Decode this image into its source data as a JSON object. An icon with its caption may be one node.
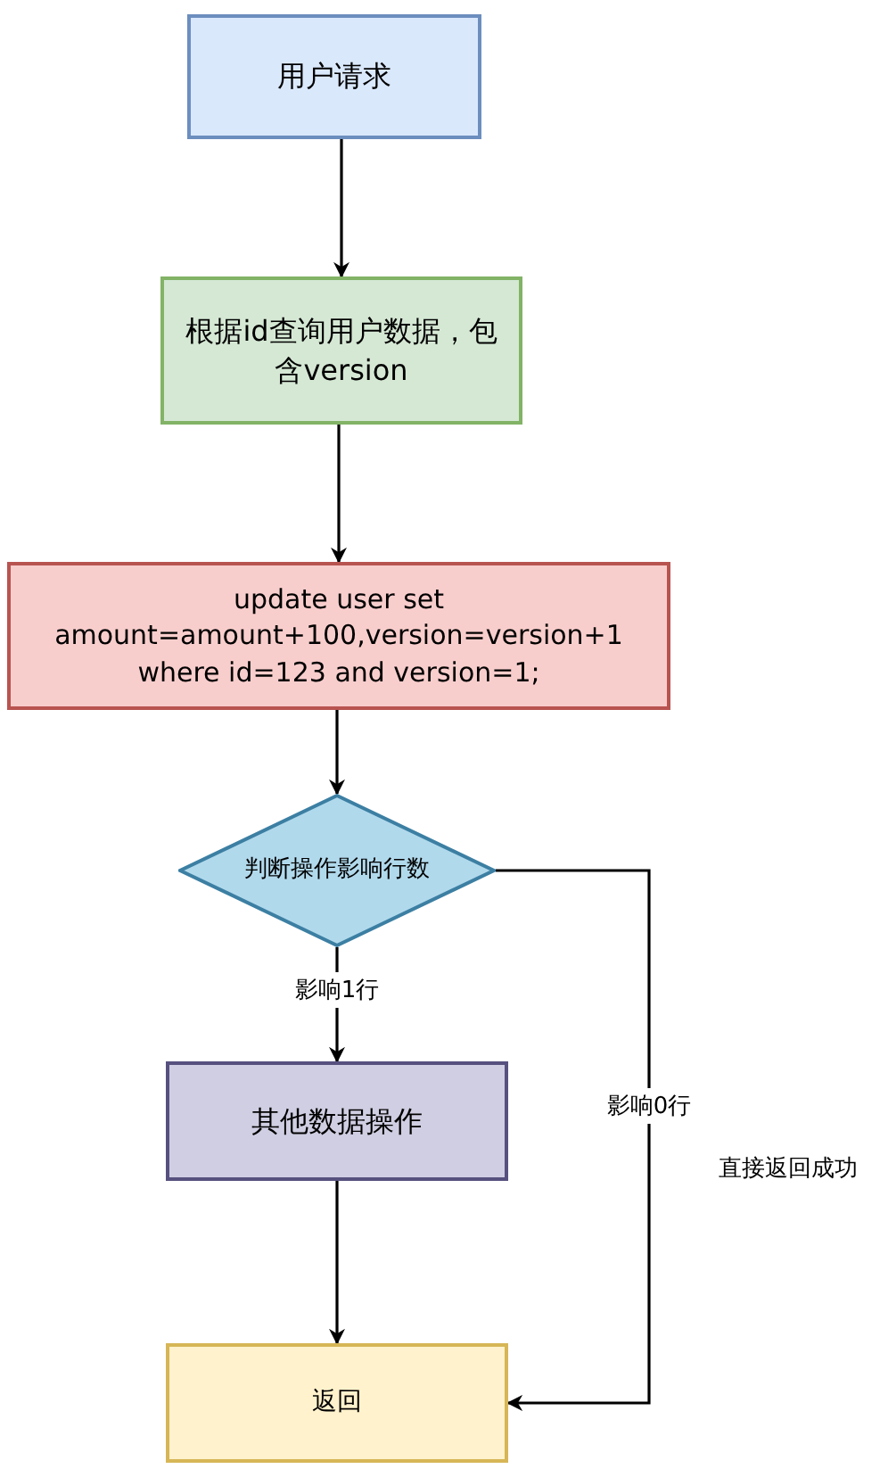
{
  "diagram": {
    "nodes": [
      {
        "text": [
          "用户请求"
        ]
      },
      {
        "text": [
          "根据id查询用户数据，包含version"
        ]
      },
      {
        "text": [
          "update user set amount=amount+100,version=version+1 where id=123 and version=1;"
        ]
      },
      {
        "text": [
          "判断操作影响行数"
        ]
      },
      {
        "text": [
          "其他数据操作"
        ]
      },
      {
        "text": [
          "返回"
        ]
      }
    ],
    "edges": [
      {
        "from": 0,
        "to": 1,
        "arrow": "to"
      },
      {
        "from": 1,
        "to": 2,
        "arrow": "to"
      },
      {
        "from": 2,
        "to": 3,
        "arrow": "to"
      },
      {
        "from": 3,
        "to": 4,
        "arrow": "to",
        "label": "影响1行"
      },
      {
        "from": 4,
        "to": 5,
        "arrow": "to"
      },
      {
        "from": 3,
        "to": 5,
        "arrow": "to",
        "label": "影响0行"
      }
    ],
    "labels": [
      "直接返回成功"
    ]
  }
}
